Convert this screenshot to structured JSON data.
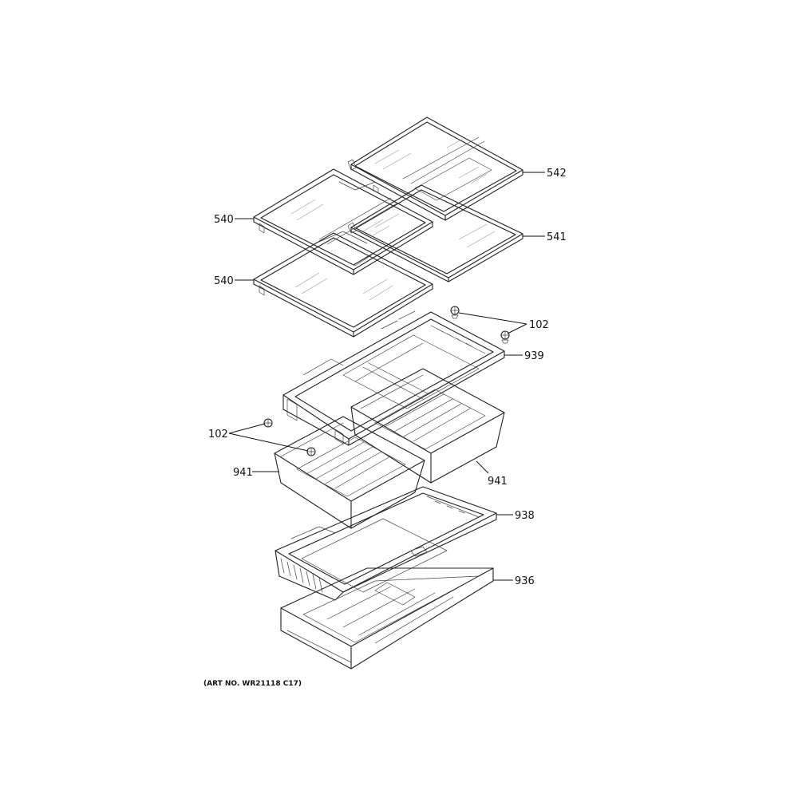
{
  "callouts": {
    "c542": "542",
    "c541": "541",
    "c540a": "540",
    "c540b": "540",
    "c102a": "102",
    "c102b": "102",
    "c939": "939",
    "c941a": "941",
    "c941b": "941",
    "c938": "938",
    "c936": "936"
  },
  "art_number": "(ART NO. WR21118 C17)",
  "line_color": "#222222",
  "background": "#ffffff"
}
